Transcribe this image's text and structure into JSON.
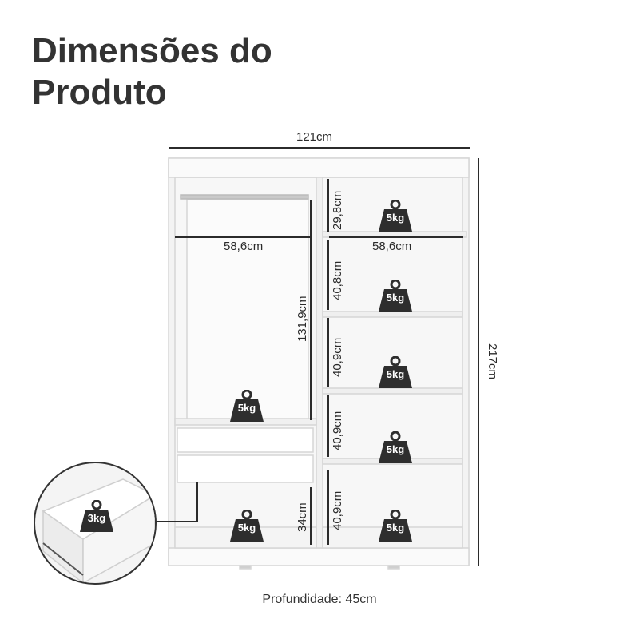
{
  "title": {
    "line1": "Dimensões do",
    "line2": "Produto"
  },
  "dimensions": {
    "width": "121cm",
    "height": "217cm",
    "depth": "Profundidade: 45cm",
    "left_width": "58,6cm",
    "right_width": "58,6cm",
    "hanging_height": "131,9cm",
    "bottom_left_height": "34cm",
    "shelf_heights": [
      "29,8cm",
      "40,8cm",
      "40,9cm",
      "40,9cm",
      "40,9cm"
    ]
  },
  "weights": {
    "shelf": "5kg",
    "drawer": "3kg"
  },
  "colors": {
    "line": "#2b2b2b",
    "weight_icon": "#2e2e2e",
    "panel": "#f2f2f2"
  }
}
